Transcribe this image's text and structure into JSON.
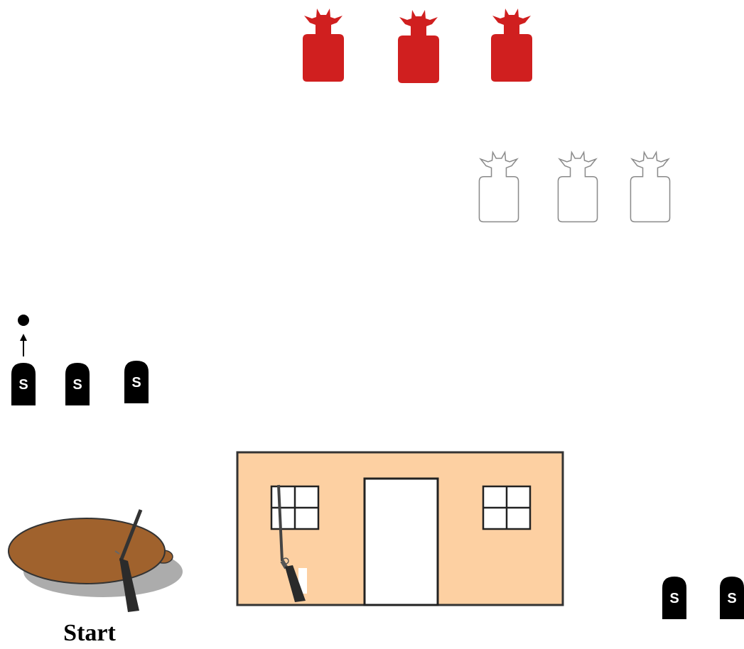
{
  "stage_plan": {
    "start_label": "Start",
    "steel_marker_letter": "S",
    "colors": {
      "red_target": "#d01f1f",
      "white_target_outline": "#8a8a8a",
      "steel_plate": "#000000",
      "building_wall": "#fdd0a2",
      "table_top": "#a0622d",
      "table_shadow": "#9e9e9e"
    },
    "icons": [
      "cowboy-target-red",
      "cowboy-target-white",
      "steel-plate",
      "popper",
      "building",
      "table",
      "rifle",
      "shotgun"
    ]
  }
}
